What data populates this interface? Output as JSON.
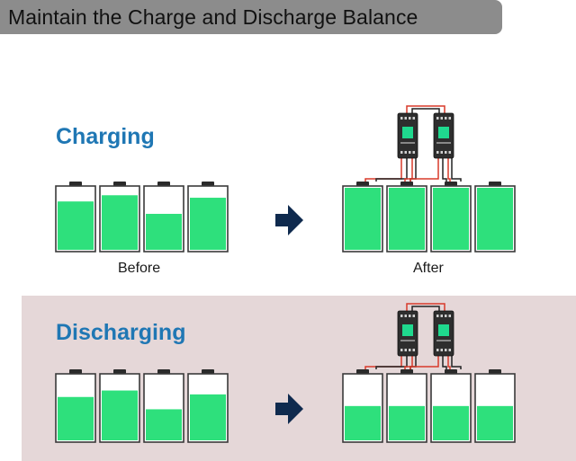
{
  "header": {
    "title": "Maintain the Charge and Discharge Balance"
  },
  "charging": {
    "heading": "Charging",
    "before_label": "Before",
    "after_label": "After",
    "before_levels": [
      0.78,
      0.88,
      0.58,
      0.84
    ],
    "after_levels": [
      1.0,
      1.0,
      1.0,
      1.0
    ]
  },
  "discharging": {
    "heading": "Discharging",
    "before_levels": [
      0.67,
      0.77,
      0.48,
      0.71
    ],
    "after_levels": [
      0.53,
      0.53,
      0.53,
      0.53
    ]
  },
  "colors": {
    "fill": "#2ee07c",
    "battery_outline": "#3a3a3a",
    "arrow": "#0f2a4e",
    "heading": "#1f77b4",
    "wire": "#d83a2a",
    "balancer_body": "#2e2e2e",
    "balancer_screen": "#1fd98e"
  },
  "icons": {
    "arrow": "right-arrow-icon",
    "balancer": "balancer-device-icon"
  }
}
